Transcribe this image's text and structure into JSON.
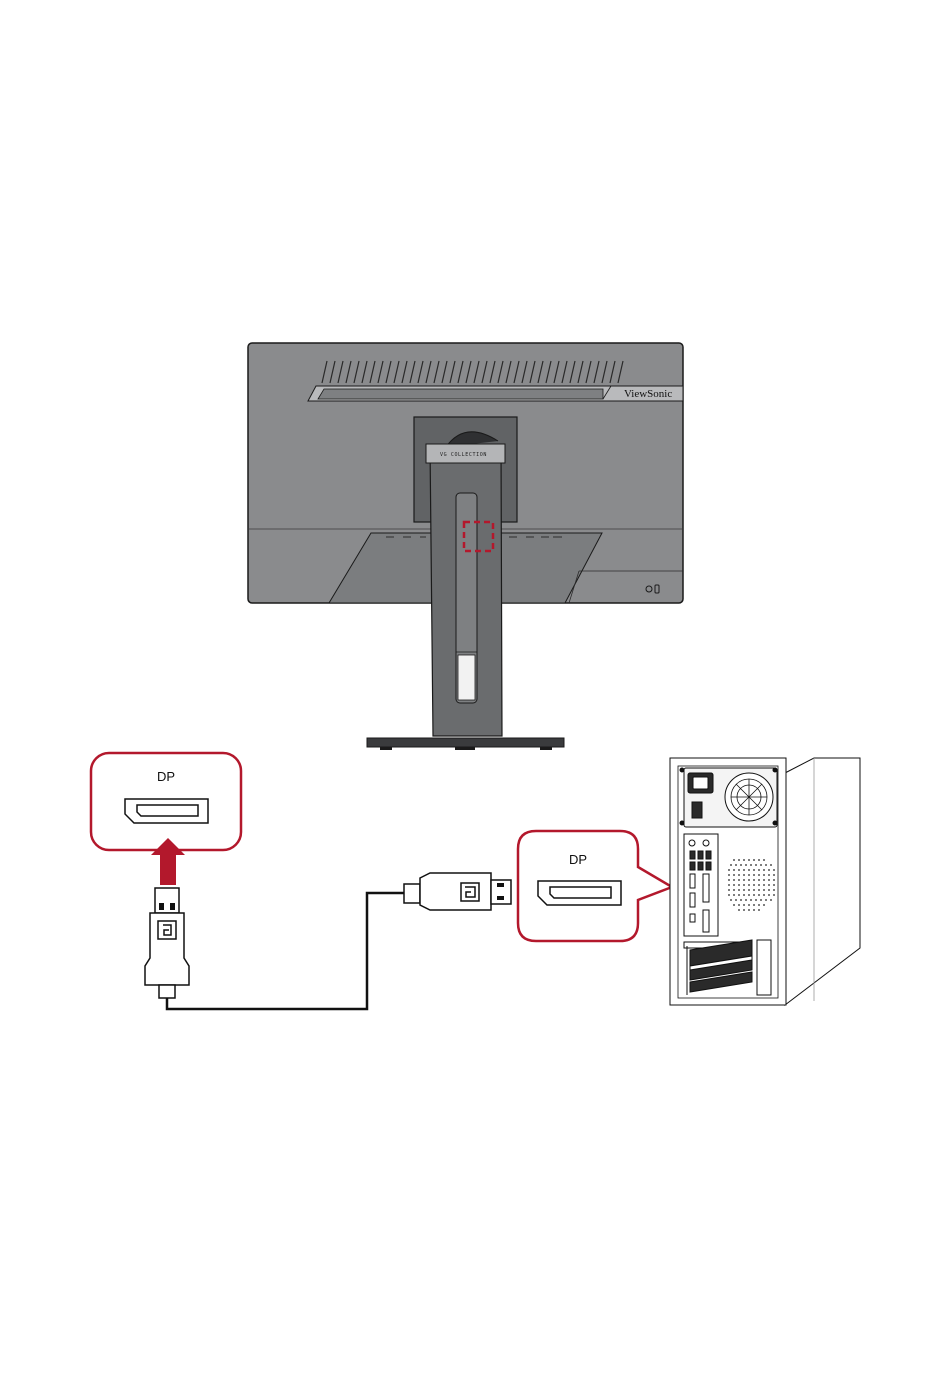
{
  "monitor": {
    "brand_logo": "ViewSonic",
    "series_label": "VG COLLECTION"
  },
  "callouts": {
    "monitor_port_label": "DP",
    "computer_port_label": "DP"
  },
  "colors": {
    "monitor_body": "#8a8b8d",
    "monitor_dark": "#5f6163",
    "accent_red": "#b3182c",
    "outline": "#1a1a1a"
  },
  "icons": {
    "cable_end_monitor": "displayport-plug-icon",
    "cable_end_computer": "displayport-plug-icon",
    "insert_arrow": "arrow-up-icon",
    "port": "displayport-port-icon"
  }
}
